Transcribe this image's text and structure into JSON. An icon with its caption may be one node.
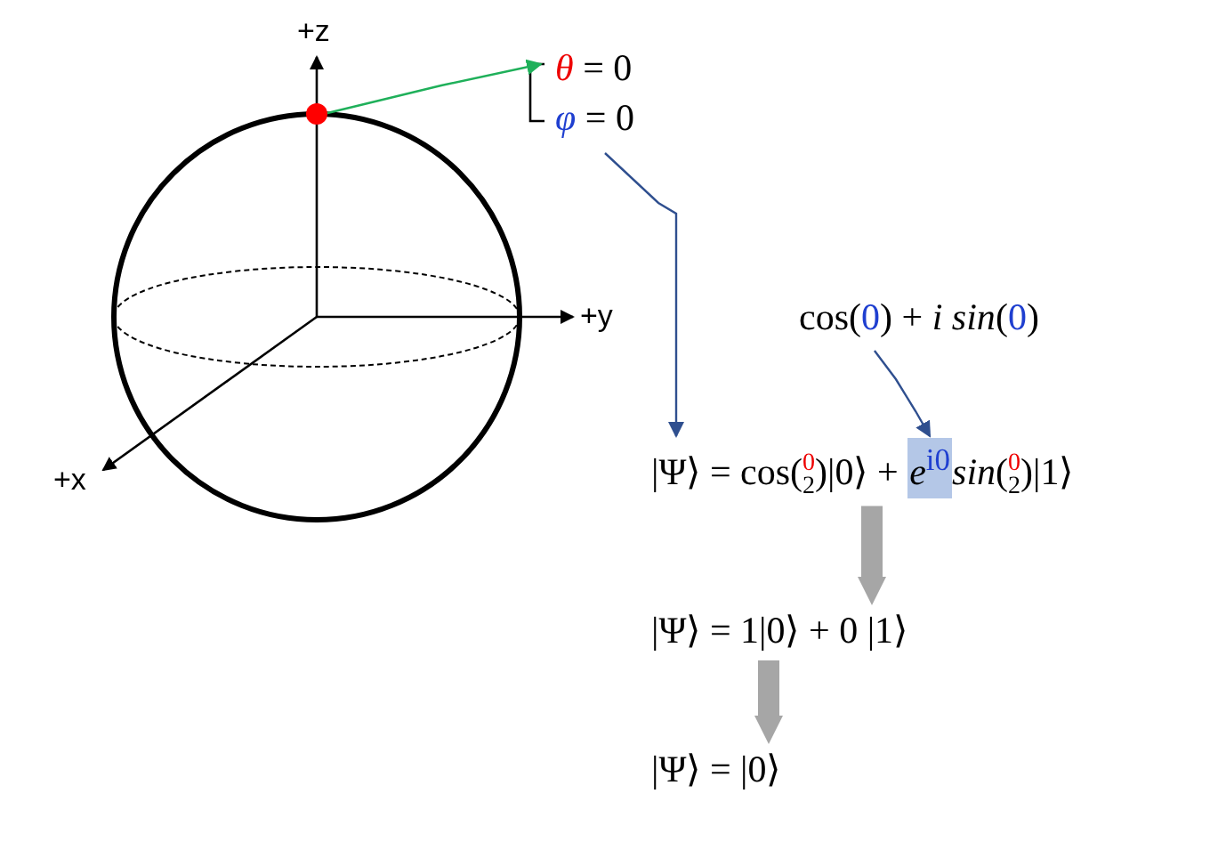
{
  "diagram": {
    "nodes": [
      {
        "text": [],
        "shape": "circle"
      },
      {
        "text": [
          "θ = 0",
          "φ = 0"
        ]
      },
      {
        "text": [
          "cos(0) + *i sin*(0)"
        ]
      },
      {
        "text": [
          "|Ψ⟩ = cos($^{0}$$_{2}$)|0⟩ + *e*$^{i0}$*sin*($^{0}$$_{2}$)|1⟩"
        ]
      },
      {
        "text": [],
        "shape": "box",
        "in": 3
      },
      {
        "text": [
          "|Ψ⟩ = 1|0⟩ + 0 |1⟩"
        ]
      },
      {
        "text": [
          "|Ψ⟩ = |0⟩"
        ]
      }
    ],
    "edges": [
      {
        "from": 0,
        "to": 1,
        "arrow": "to",
        "color": "#1fb05a"
      },
      {
        "from": 1,
        "to": 3,
        "arrow": "to"
      },
      {
        "from": 2,
        "to": 4,
        "arrow": "to"
      },
      {
        "from": 3,
        "to": 5,
        "arrow": "to",
        "style": "thick",
        "color": "#a6a6a6"
      },
      {
        "from": 5,
        "to": 6,
        "arrow": "to",
        "style": "thick",
        "color": "#a6a6a6"
      }
    ],
    "labels": [
      "+z",
      "+y",
      "+x"
    ]
  }
}
